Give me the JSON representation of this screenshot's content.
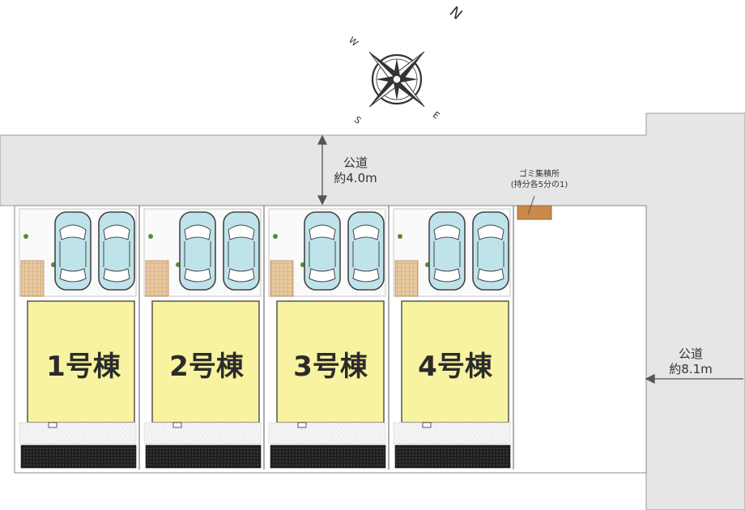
{
  "compass": {
    "north": "N",
    "east": "E",
    "south": "S",
    "west": "W"
  },
  "roads": {
    "north_road": {
      "name": "公道",
      "width": "約4.0m"
    },
    "east_road": {
      "name": "公道",
      "width": "約8.1m"
    }
  },
  "garbage_area": {
    "title": "ゴミ集積所",
    "note": "(持分各5分の1)"
  },
  "units": [
    {
      "label": "1号棟"
    },
    {
      "label": "2号棟"
    },
    {
      "label": "3号棟"
    },
    {
      "label": "4号棟"
    }
  ],
  "colors": {
    "road": "#e6e6e6",
    "building": "#f7f3a0",
    "car": "#bfe3ea",
    "tile": "#e7c9a3",
    "garbage": "#c98a4a",
    "hedge": "#2a2a2a"
  }
}
